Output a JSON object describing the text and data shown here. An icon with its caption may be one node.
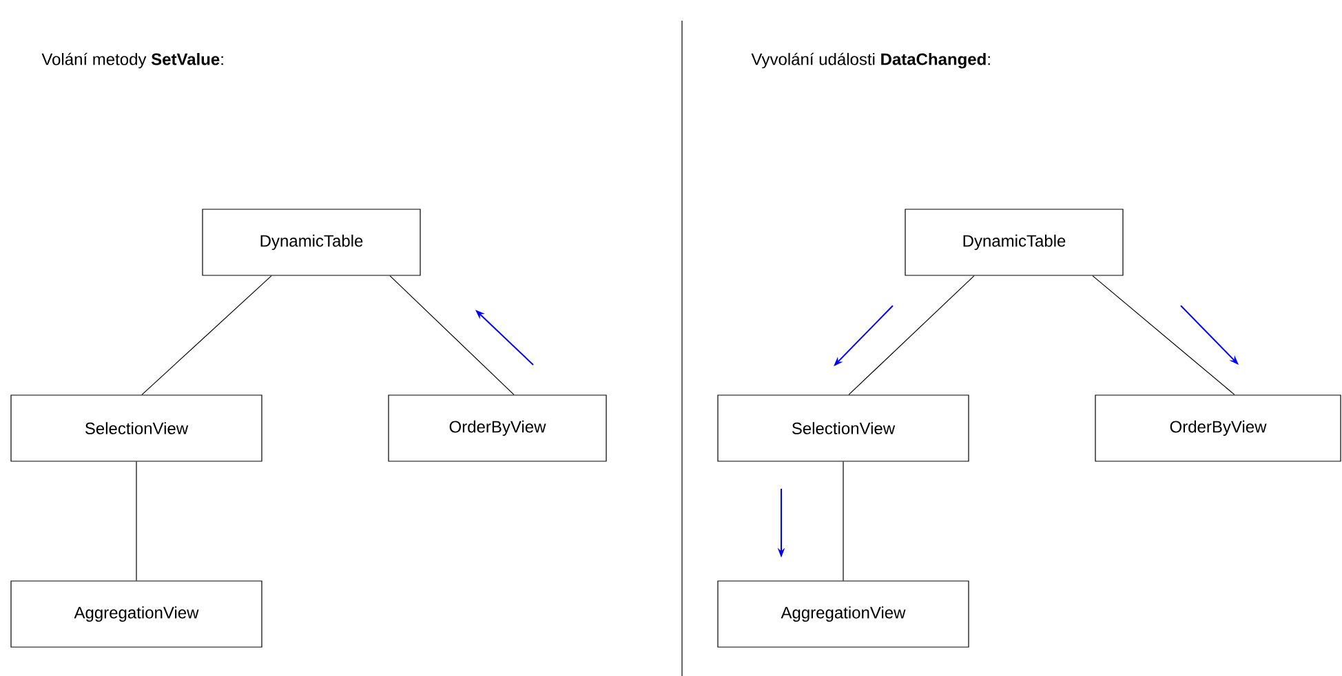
{
  "diagram": {
    "nodes": [
      {
        "text": [
          "DynamicTable"
        ]
      },
      {
        "text": [
          "SelectionView"
        ]
      },
      {
        "text": [
          "OrderByView"
        ]
      },
      {
        "text": [
          "AggregationView"
        ]
      },
      {
        "text": [
          "DynamicTable"
        ]
      },
      {
        "text": [
          "SelectionView"
        ]
      },
      {
        "text": [
          "OrderByView"
        ]
      },
      {
        "text": [
          "AggregationView"
        ]
      }
    ],
    "edges": [
      {
        "from": 0,
        "to": 1,
        "arrow": "none"
      },
      {
        "from": 0,
        "to": 2,
        "arrow": "none"
      },
      {
        "from": 1,
        "to": 3,
        "arrow": "none"
      },
      {
        "from": 4,
        "to": 5,
        "arrow": "none"
      },
      {
        "from": 4,
        "to": 6,
        "arrow": "none"
      },
      {
        "from": 5,
        "to": 7,
        "arrow": "none"
      }
    ],
    "labels": [
      "Volání metody **SetValue**:",
      "Vyvolání události **DataChanged**:"
    ]
  }
}
